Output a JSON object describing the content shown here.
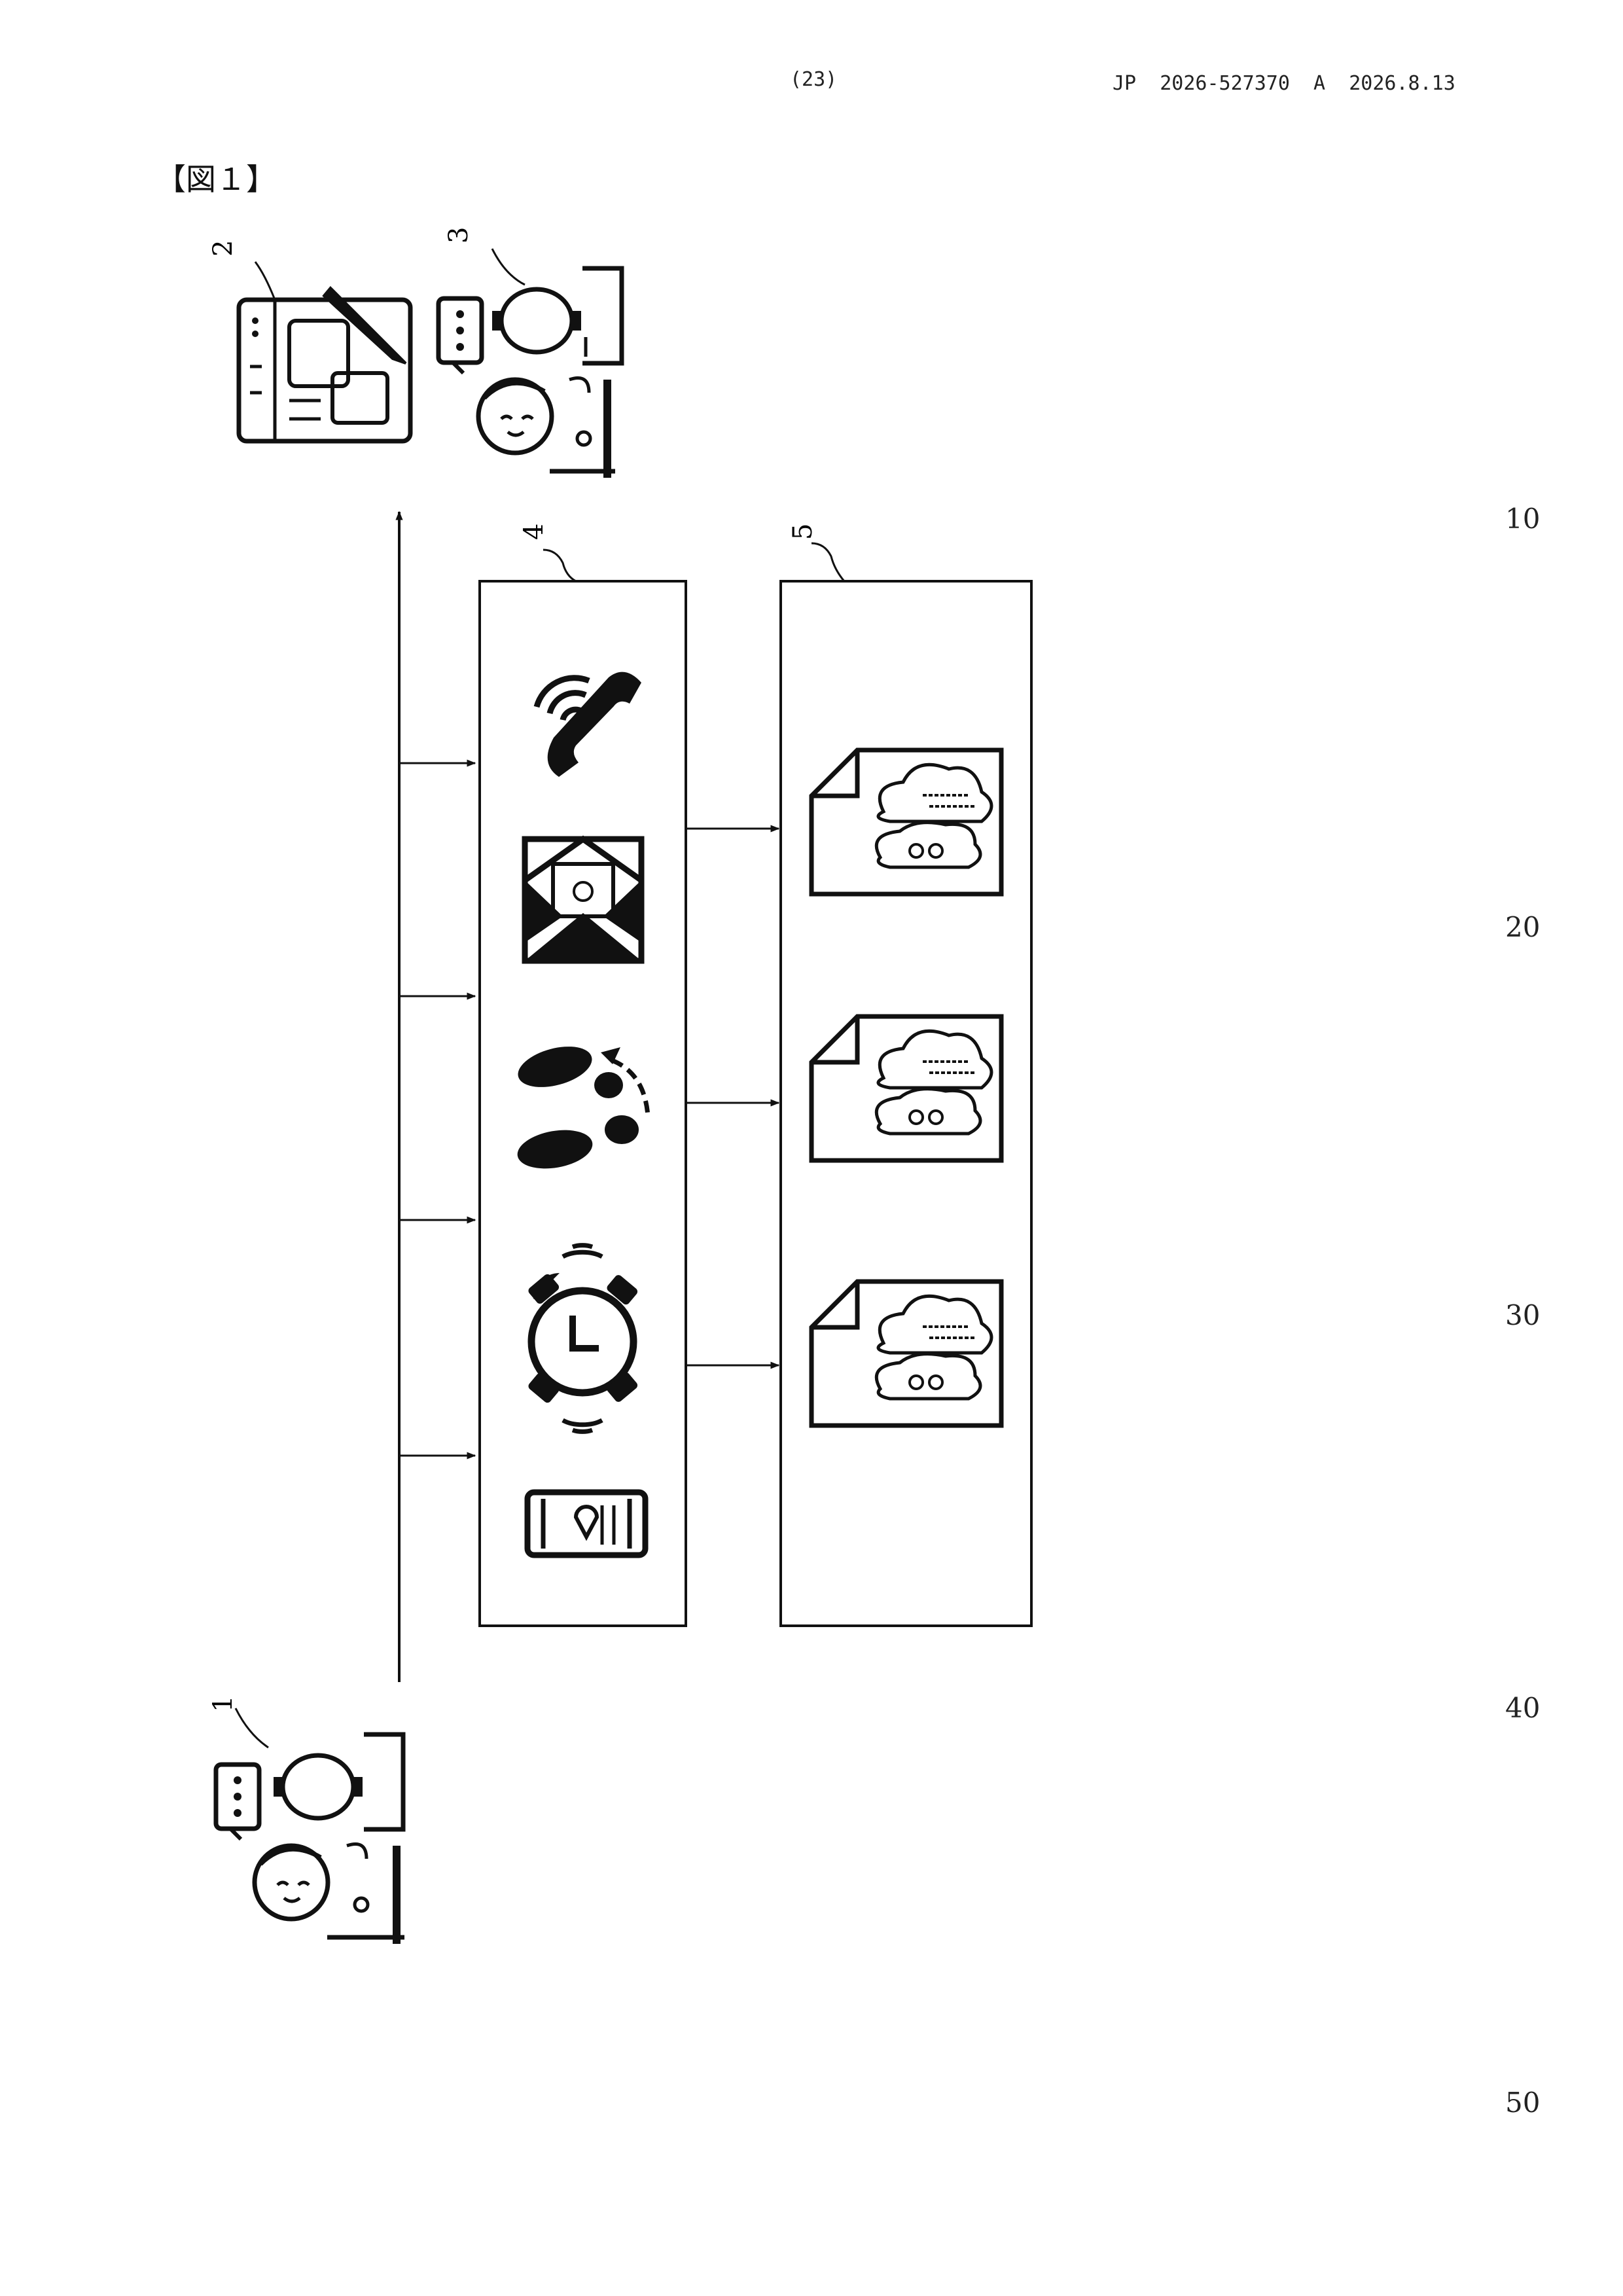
{
  "header": {
    "page_number": "(23)",
    "publication": "JP  2026-527370  A  2026.8.13"
  },
  "figure": {
    "label": "【図１】",
    "refs": {
      "worker": "1",
      "document": "2",
      "support": "3",
      "channels": "4",
      "records": "5"
    },
    "channel_icons": [
      "phone-icon",
      "email-icon",
      "footsteps-icon",
      "alarm-clock-icon",
      "smartphone-location-icon"
    ],
    "record_icons": [
      "cloud-document-icon",
      "cloud-document-icon",
      "cloud-document-icon"
    ]
  },
  "line_numbers": [
    "10",
    "20",
    "30",
    "40",
    "50"
  ]
}
